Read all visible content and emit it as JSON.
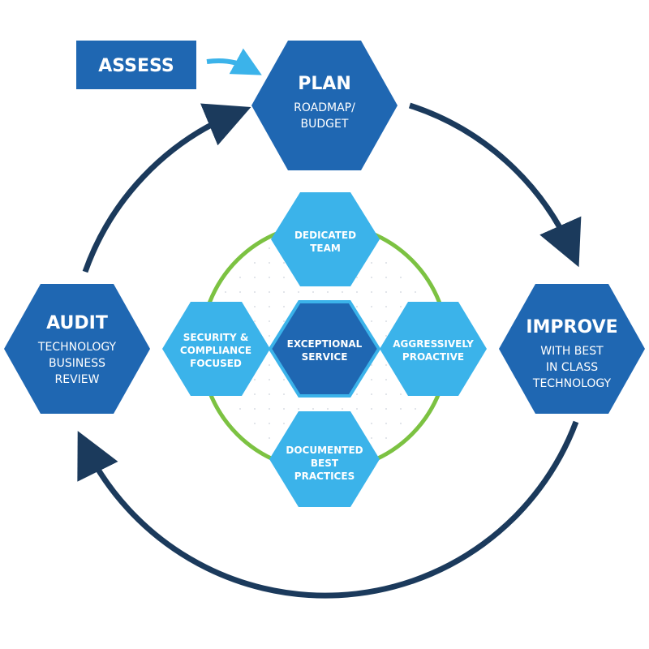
{
  "assess": {
    "label": "ASSESS"
  },
  "plan": {
    "title": "PLAN",
    "lines": [
      "ROADMAP/",
      "BUDGET"
    ]
  },
  "improve": {
    "title": "IMPROVE",
    "lines": [
      "WITH BEST",
      "IN CLASS",
      "TECHNOLOGY"
    ]
  },
  "audit": {
    "title": "AUDIT",
    "lines": [
      "TECHNOLOGY",
      "BUSINESS",
      "REVIEW"
    ]
  },
  "inner": {
    "top": [
      "DEDICATED",
      "TEAM"
    ],
    "left": [
      "SECURITY &",
      "COMPLIANCE",
      "FOCUSED"
    ],
    "center": [
      "EXCEPTIONAL",
      "SERVICE"
    ],
    "right": [
      "AGGRESSIVELY",
      "PROACTIVE"
    ],
    "bottom": [
      "DOCUMENTED",
      "BEST",
      "PRACTICES"
    ]
  },
  "colors": {
    "dark_blue": "#1f67b2",
    "light_blue": "#3bb3ea",
    "navy_arrow": "#1b3a5c",
    "green_ring": "#7cc242",
    "assess_arrow": "#3bb3ea"
  }
}
